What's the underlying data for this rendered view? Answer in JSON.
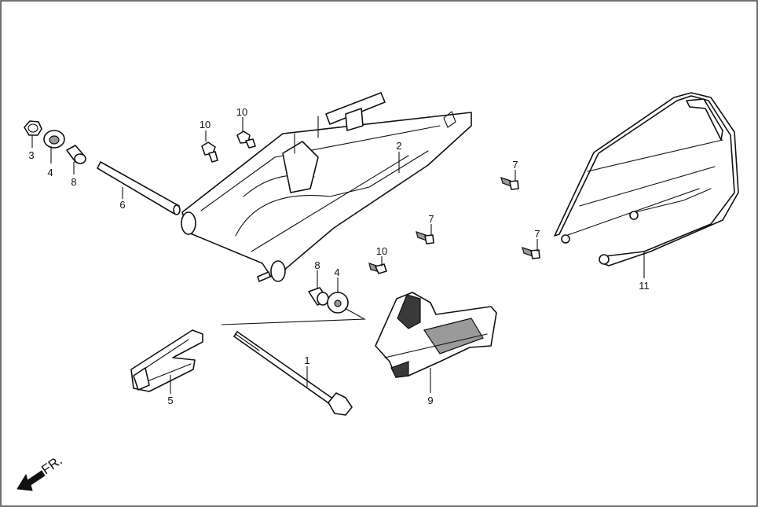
{
  "callouts": [
    {
      "id": "c3",
      "label": "3"
    },
    {
      "id": "c4a",
      "label": "4"
    },
    {
      "id": "c8a",
      "label": "8"
    },
    {
      "id": "c6",
      "label": "6"
    },
    {
      "id": "c10a",
      "label": "10"
    },
    {
      "id": "c10b",
      "label": "10"
    },
    {
      "id": "c2",
      "label": "2"
    },
    {
      "id": "c7a",
      "label": "7"
    },
    {
      "id": "c7b",
      "label": "7"
    },
    {
      "id": "c7c",
      "label": "7"
    },
    {
      "id": "c10c",
      "label": "10"
    },
    {
      "id": "c8b",
      "label": "8"
    },
    {
      "id": "c4b",
      "label": "4"
    },
    {
      "id": "c11",
      "label": "11"
    },
    {
      "id": "c1",
      "label": "1"
    },
    {
      "id": "c5",
      "label": "5"
    },
    {
      "id": "c9",
      "label": "9"
    }
  ],
  "direction_indicator": {
    "label": "FR.",
    "icon": "arrow-icon"
  }
}
